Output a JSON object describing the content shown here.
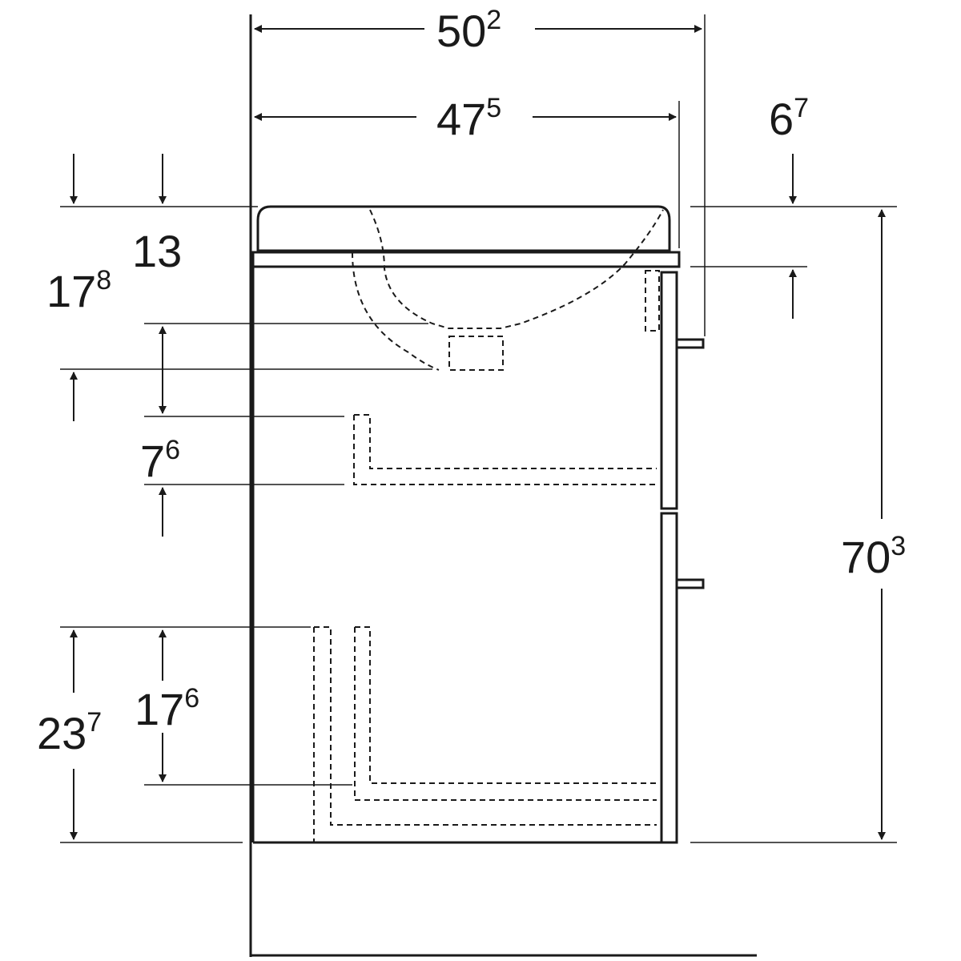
{
  "drawing": {
    "line_color": "#1a1a1a",
    "background": "#ffffff",
    "dimensions": {
      "overall_width": {
        "main": "50",
        "sup": "2"
      },
      "basin_width": {
        "main": "47",
        "sup": "5"
      },
      "handle_depth": {
        "main": "6",
        "sup": "7"
      },
      "basin_rim": {
        "main": "13",
        "sup": ""
      },
      "drain_height": {
        "main": "17",
        "sup": "8"
      },
      "upper_gap": {
        "main": "7",
        "sup": "6"
      },
      "inner_drawer": {
        "main": "17",
        "sup": "6"
      },
      "lower_drawer": {
        "main": "23",
        "sup": "7"
      },
      "overall_height": {
        "main": "70",
        "sup": "3"
      }
    }
  }
}
